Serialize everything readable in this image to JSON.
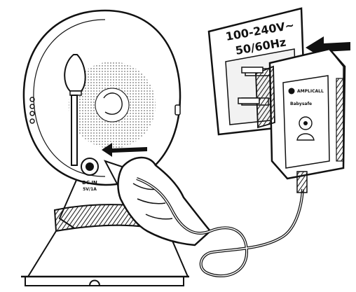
{
  "outlet_label": {
    "line1": "100-240V~",
    "line2": "50/60Hz"
  },
  "dc_jack_label": {
    "line1": "DC IN",
    "line2": "5V/1A"
  },
  "adapter_label": {
    "line1": "AMPLICALL",
    "line2": "Babysafe"
  },
  "colors": {
    "ink": "#111111",
    "shading": "#8c8c8c",
    "paper": "#ffffff"
  },
  "icons": [
    "baby-monitor-camera",
    "wall-outlet",
    "power-adapter",
    "hand",
    "push-arrow"
  ]
}
